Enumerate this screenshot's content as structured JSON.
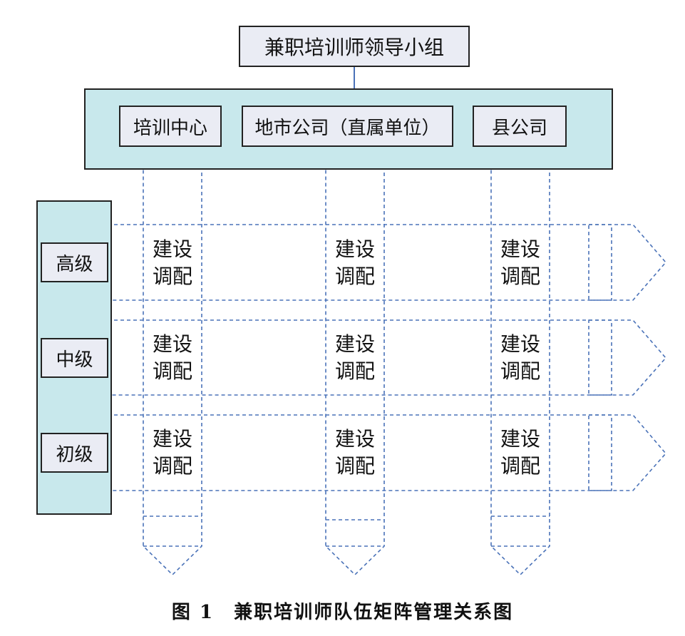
{
  "title_box": "兼职培训师领导小组",
  "units": [
    {
      "label": "培训中心"
    },
    {
      "label": "地市公司（直属单位）"
    },
    {
      "label": "县公司"
    }
  ],
  "levels": [
    {
      "label": "高级"
    },
    {
      "label": "中级"
    },
    {
      "label": "初级"
    }
  ],
  "cell": {
    "line1": "建设",
    "line2": "调配"
  },
  "caption": {
    "number": "图 1",
    "text": "兼职培训师队伍矩阵管理关系图"
  },
  "colors": {
    "panel_fill": "#c8e8ec",
    "label_fill": "#eaecf4",
    "dashed_line": "#4a72b8",
    "arrow": "#4a72b8"
  }
}
